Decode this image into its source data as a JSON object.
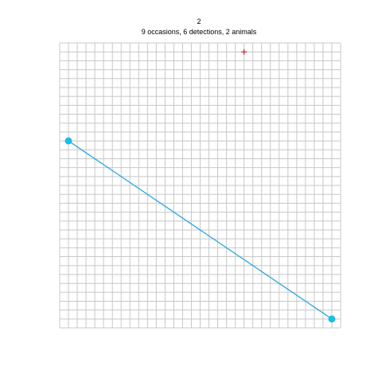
{
  "chart_data": {
    "type": "scatter",
    "title": "2",
    "subtitle": "9 occasions, 6 detections, 2 animals",
    "xlim": [
      0,
      32
    ],
    "ylim": [
      0,
      32
    ],
    "grid": true,
    "series": [
      {
        "color": "#29a9e0",
        "marker_color": "#11c4ec",
        "points": [
          {
            "x": 1,
            "y": 21
          },
          {
            "x": 31,
            "y": 1
          }
        ]
      }
    ],
    "traps": [
      {
        "x": 21,
        "y": 31,
        "marker": "plus",
        "color": "#cc2233"
      }
    ]
  },
  "colors": {
    "grid": "#c8c8c8",
    "background": "#ffffff"
  }
}
